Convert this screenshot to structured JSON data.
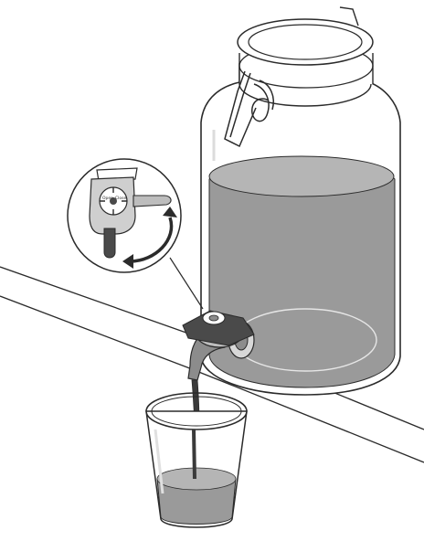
{
  "illustration": {
    "callout": {
      "open_label": "Open",
      "close_label": "Close"
    },
    "colors": {
      "line": "#2b2b2b",
      "liquid": "#9a9a9a",
      "liquid_dark": "#3a3a3a",
      "liquid_light": "#b5b5b5",
      "glass_fill": "#ffffff",
      "metal": "#8c8c8c",
      "metal_dark": "#4a4a4a"
    },
    "jar_fill_level": 0.63,
    "cup_fill_level": 0.28
  }
}
